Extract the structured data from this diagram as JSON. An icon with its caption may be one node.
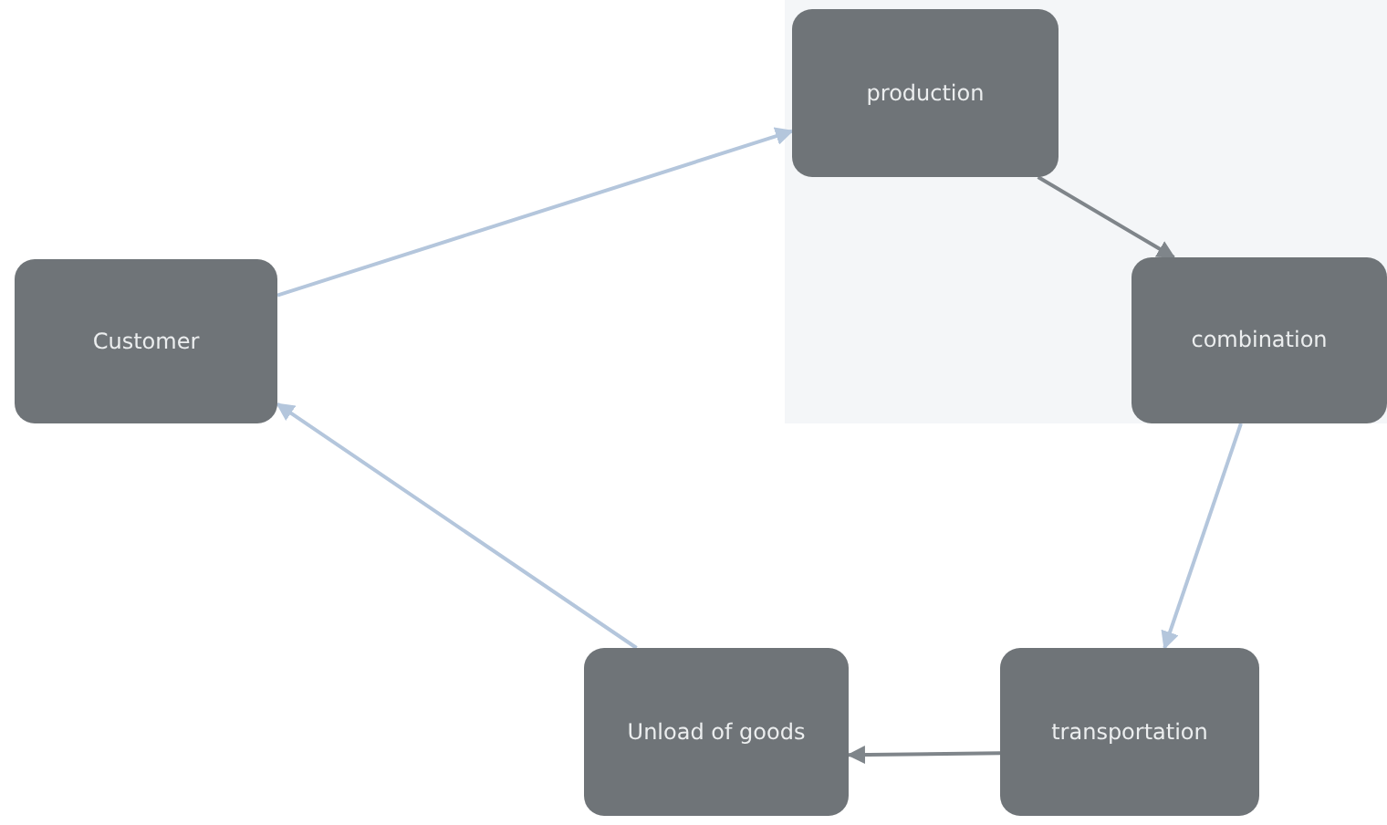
{
  "diagram": {
    "nodes": [
      {
        "text": [
          "Customer"
        ]
      },
      {
        "text": [
          "production"
        ]
      },
      {
        "text": [
          "combination"
        ]
      },
      {
        "text": [
          "transportation"
        ]
      },
      {
        "text": [
          "Unload of goods"
        ]
      }
    ],
    "edges": [
      {
        "from": 0,
        "to": 1,
        "arrow": "to"
      },
      {
        "from": 1,
        "to": 2,
        "arrow": "to",
        "color": "#7f858a"
      },
      {
        "from": 2,
        "to": 3,
        "arrow": "to"
      },
      {
        "from": 3,
        "to": 4,
        "arrow": "to",
        "color": "#7f858a"
      },
      {
        "from": 4,
        "to": 0,
        "arrow": "to"
      }
    ]
  }
}
